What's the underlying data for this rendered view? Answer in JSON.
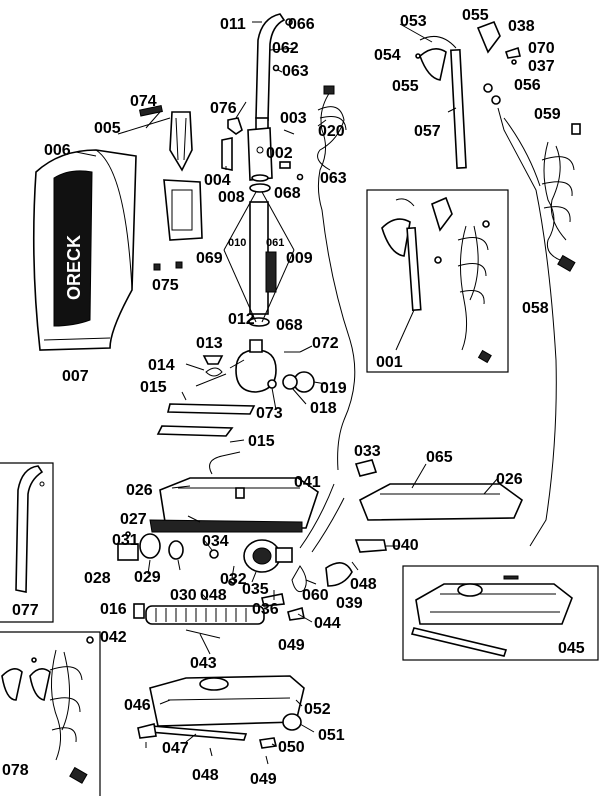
{
  "brand_text": "ORECK",
  "callouts": [
    {
      "id": "011",
      "text": "011"
    },
    {
      "id": "066",
      "text": "066"
    },
    {
      "id": "062",
      "text": "062"
    },
    {
      "id": "063a",
      "text": "063"
    },
    {
      "id": "053",
      "text": "053"
    },
    {
      "id": "055a",
      "text": "055"
    },
    {
      "id": "038",
      "text": "038"
    },
    {
      "id": "054",
      "text": "054"
    },
    {
      "id": "055b",
      "text": "055"
    },
    {
      "id": "070",
      "text": "070"
    },
    {
      "id": "037",
      "text": "037"
    },
    {
      "id": "056",
      "text": "056"
    },
    {
      "id": "059",
      "text": "059"
    },
    {
      "id": "057",
      "text": "057"
    },
    {
      "id": "074",
      "text": "074"
    },
    {
      "id": "076",
      "text": "076"
    },
    {
      "id": "003",
      "text": "003"
    },
    {
      "id": "020",
      "text": "020"
    },
    {
      "id": "005",
      "text": "005"
    },
    {
      "id": "006",
      "text": "006"
    },
    {
      "id": "002",
      "text": "002"
    },
    {
      "id": "004",
      "text": "004"
    },
    {
      "id": "063b",
      "text": "063"
    },
    {
      "id": "008",
      "text": "008"
    },
    {
      "id": "068a",
      "text": "068"
    },
    {
      "id": "010",
      "text": "010"
    },
    {
      "id": "061",
      "text": "061"
    },
    {
      "id": "069",
      "text": "069"
    },
    {
      "id": "009",
      "text": "009"
    },
    {
      "id": "075",
      "text": "075"
    },
    {
      "id": "058",
      "text": "058"
    },
    {
      "id": "012",
      "text": "012"
    },
    {
      "id": "068b",
      "text": "068"
    },
    {
      "id": "013",
      "text": "013"
    },
    {
      "id": "072",
      "text": "072"
    },
    {
      "id": "001",
      "text": "001"
    },
    {
      "id": "007",
      "text": "007"
    },
    {
      "id": "014",
      "text": "014"
    },
    {
      "id": "015a",
      "text": "015"
    },
    {
      "id": "019",
      "text": "019"
    },
    {
      "id": "073",
      "text": "073"
    },
    {
      "id": "018",
      "text": "018"
    },
    {
      "id": "015b",
      "text": "015"
    },
    {
      "id": "033",
      "text": "033"
    },
    {
      "id": "065",
      "text": "065"
    },
    {
      "id": "041",
      "text": "041"
    },
    {
      "id": "026a",
      "text": "026"
    },
    {
      "id": "026b",
      "text": "026"
    },
    {
      "id": "027",
      "text": "027"
    },
    {
      "id": "031",
      "text": "031"
    },
    {
      "id": "034",
      "text": "034"
    },
    {
      "id": "040",
      "text": "040"
    },
    {
      "id": "028",
      "text": "028"
    },
    {
      "id": "029",
      "text": "029"
    },
    {
      "id": "032",
      "text": "032"
    },
    {
      "id": "035",
      "text": "035"
    },
    {
      "id": "060",
      "text": "060"
    },
    {
      "id": "048a",
      "text": "048"
    },
    {
      "id": "030",
      "text": "030"
    },
    {
      "id": "048b",
      "text": "048"
    },
    {
      "id": "039",
      "text": "039"
    },
    {
      "id": "077",
      "text": "077"
    },
    {
      "id": "016",
      "text": "016"
    },
    {
      "id": "036",
      "text": "036"
    },
    {
      "id": "044",
      "text": "044"
    },
    {
      "id": "042",
      "text": "042"
    },
    {
      "id": "049a",
      "text": "049"
    },
    {
      "id": "045",
      "text": "045"
    },
    {
      "id": "043",
      "text": "043"
    },
    {
      "id": "046",
      "text": "046"
    },
    {
      "id": "052",
      "text": "052"
    },
    {
      "id": "051",
      "text": "051"
    },
    {
      "id": "047",
      "text": "047"
    },
    {
      "id": "050",
      "text": "050"
    },
    {
      "id": "078",
      "text": "078"
    },
    {
      "id": "048c",
      "text": "048"
    },
    {
      "id": "049b",
      "text": "049"
    }
  ]
}
